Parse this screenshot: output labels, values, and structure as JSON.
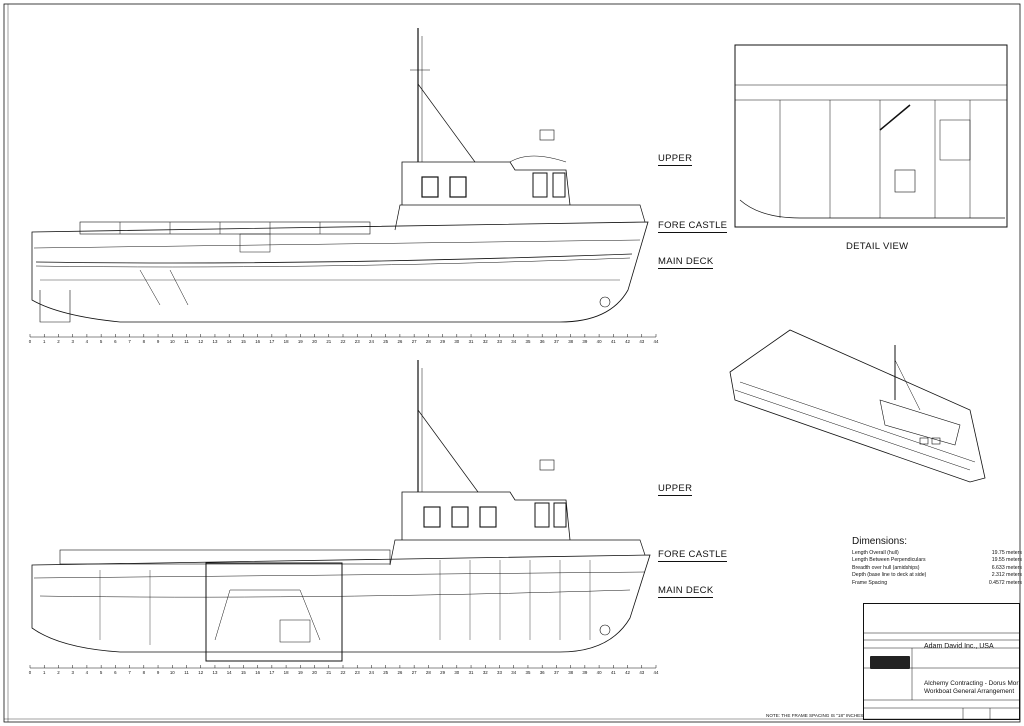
{
  "labels": {
    "upper": "UPPER",
    "fore_castle": "FORE CASTLE",
    "main_deck": "MAIN DECK",
    "detail_view": "DETAIL  VIEW"
  },
  "dimensions": {
    "title": "Dimensions:",
    "rows": [
      {
        "label": "Length Overall (hull)",
        "value": "19.75 meters"
      },
      {
        "label": "Length Between Perpendiculars",
        "value": "19.55 meters"
      },
      {
        "label": "Breadth over hull (amidships)",
        "value": "6.633 meters"
      },
      {
        "label": "Depth (base line to deck at side)",
        "value": "2.312 meters"
      },
      {
        "label": "Frame Spacing",
        "value": "0.4572 meters"
      }
    ]
  },
  "title_block": {
    "company": "Adam David Inc., USA",
    "project_line1": "Alchemy Contracting - Dorus Mor",
    "project_line2": "Workboat General Arrangement"
  },
  "note": "NOTE: THE FRAME SPACING IS \"18\" INCHES",
  "scale": {
    "ticks": [
      "0",
      "1",
      "2",
      "3",
      "4",
      "5",
      "6",
      "7",
      "8",
      "9",
      "10",
      "11",
      "12",
      "13",
      "14",
      "15",
      "16",
      "17",
      "18",
      "19",
      "20",
      "21",
      "22",
      "23",
      "24",
      "25",
      "26",
      "27",
      "28",
      "29",
      "30",
      "31",
      "32",
      "33",
      "34",
      "35",
      "36",
      "37",
      "38",
      "39",
      "40",
      "41",
      "42",
      "43",
      "44"
    ]
  },
  "colors": {
    "line": "#111111",
    "paper": "#ffffff"
  }
}
